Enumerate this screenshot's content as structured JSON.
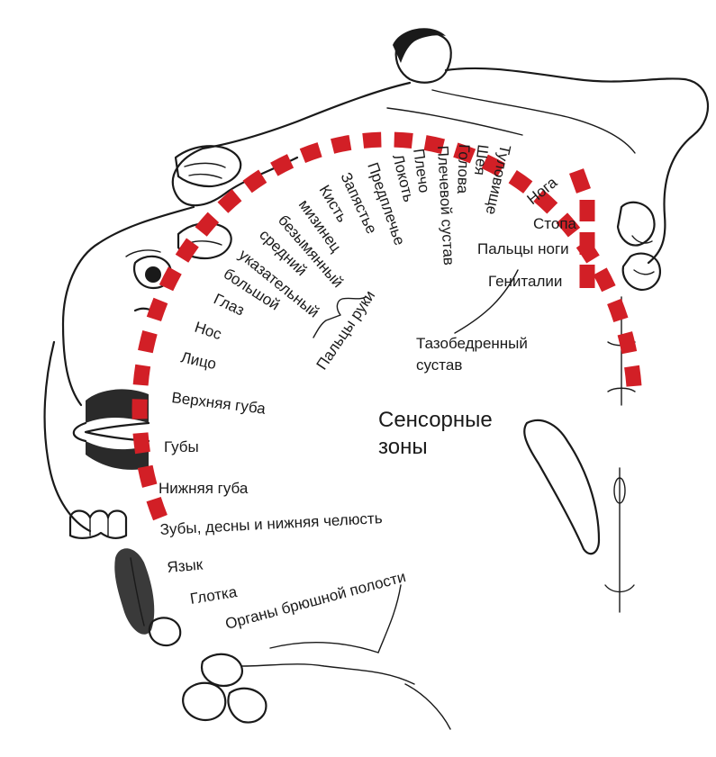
{
  "accent_color": "#d21f26",
  "ink_color": "#1a1a1a",
  "title": [
    "Сенсорные",
    "зоны"
  ],
  "labels": {
    "genitals": "Гениталии",
    "toes": "Пальцы ноги",
    "foot": "Стопа",
    "leg": "Нога",
    "trunk": "Туловище",
    "neck": "Шея",
    "head": "Голова",
    "shoulder_joint": "Плечевой сустав",
    "shoulder": "Плечо",
    "elbow": "Локоть",
    "forearm": "Предплечье",
    "wrist": "Запястье",
    "hand": "Кисть",
    "little": "мизинец",
    "ring": "безымянный",
    "middle": "средний",
    "index": "указательный",
    "thumb": "большой",
    "fingers": "Пальцы руки",
    "eye": "Глаз",
    "nose": "Нос",
    "face": "Лицо",
    "upper_lip": "Верхняя губа",
    "lips": "Губы",
    "lower_lip": "Нижняя губа",
    "teeth": "Зубы, десны и нижняя челюсть",
    "tongue": "Язык",
    "pharynx": "Глотка",
    "abdominal": "Органы брюшной полости",
    "hip_joint": [
      "Тазобедренный",
      "сустав"
    ]
  },
  "icons": [
    "body-figure-icon",
    "hand-figure-icon",
    "face-figure-icon",
    "lips-figure-icon",
    "teeth-figure-icon",
    "tongue-figure-icon",
    "viscera-figure-icon"
  ]
}
